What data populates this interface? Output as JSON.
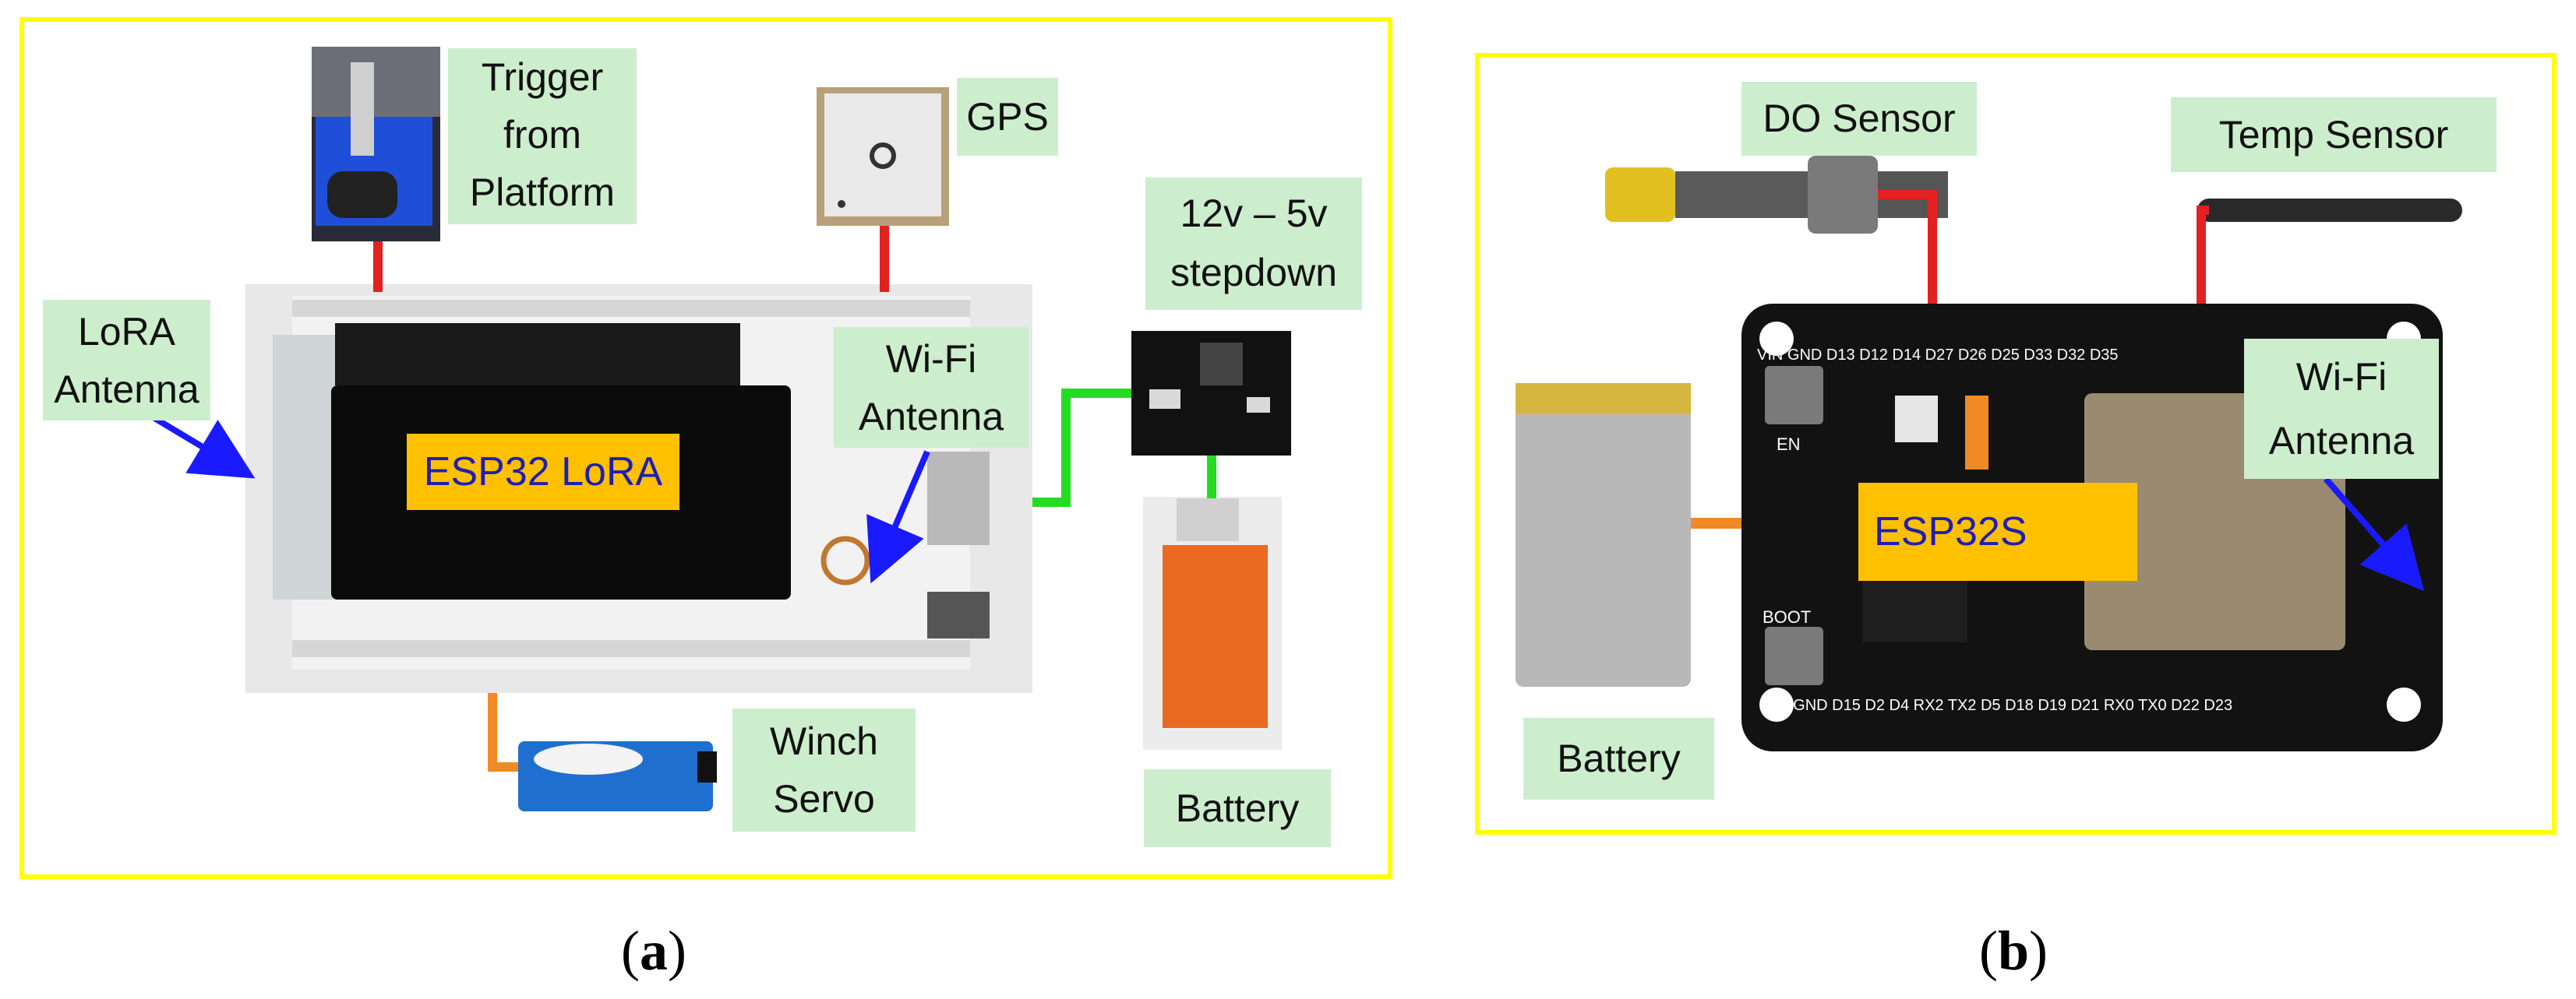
{
  "panel_a": {
    "labels": {
      "trigger": "Trigger\nfrom\nPlatform",
      "gps": "GPS",
      "stepdown": "12v – 5v\nstepdown",
      "lora_antenna": "LoRA\nAntenna",
      "wifi_antenna": "Wi-Fi\nAntenna",
      "esp32_lora": "ESP32 LoRA",
      "winch_servo": "Winch\nServo",
      "battery": "Battery"
    },
    "caption": "a"
  },
  "panel_b": {
    "labels": {
      "do_sensor": "DO Sensor",
      "temp_sensor": "Temp Sensor",
      "wifi_antenna": "Wi-Fi\nAntenna",
      "esp32s": "ESP32S",
      "battery": "Battery"
    },
    "board_pins_top": "VIN GND D13 D12 D14 D27 D26 D25 D33 D32 D35",
    "board_pins_bottom": "3V3 GND D15 D2 D4 RX2 TX2 D5 D18 D19 D21 RX0 TX0 D22 D23",
    "board_buttons": [
      "EN",
      "BOOT"
    ],
    "caption": "b"
  },
  "colors": {
    "panel_border": "#ffff00",
    "label_bg": "#cdeecd",
    "chip_label_bg": "#ffc000",
    "chip_label_text": "#1f1fb4",
    "arrow": "#1a1aff",
    "wire_red": "#e52020",
    "wire_green": "#22dd22",
    "wire_orange": "#f08a24"
  }
}
